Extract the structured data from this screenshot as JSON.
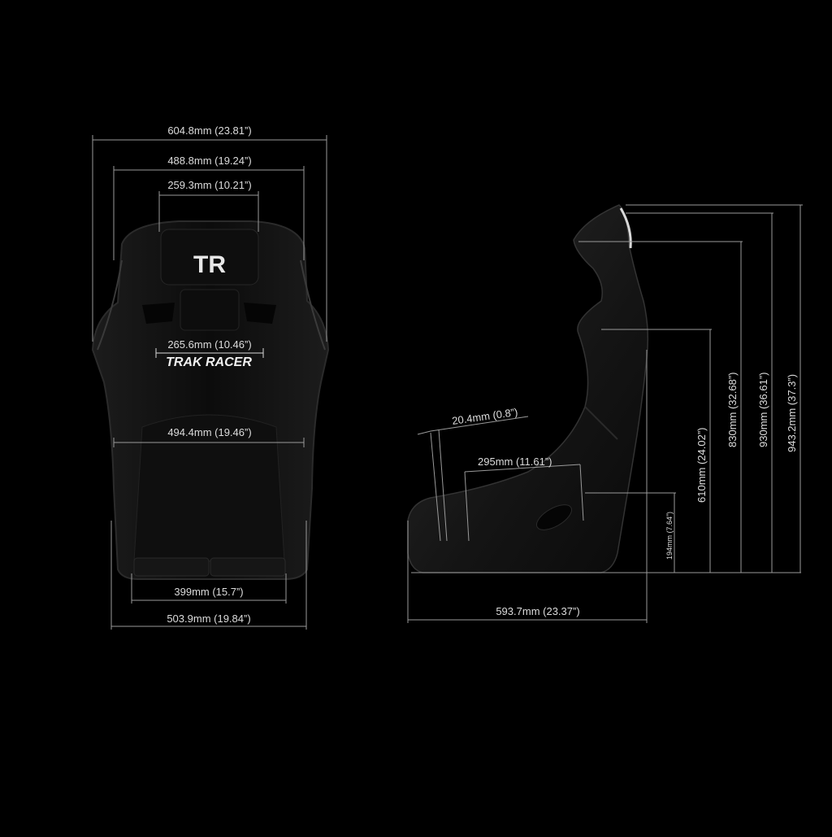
{
  "brand": {
    "logo_text": "TR",
    "seat_text": "TRAK RACER"
  },
  "front_view": {
    "overall_width": "604.8mm (23.81”)",
    "shoulder_width": "488.8mm (19.24”)",
    "headrest_width": "259.3mm (10.21”)",
    "back_width": "265.6mm (10.46”)",
    "hip_width": "494.4mm (19.46”)",
    "seat_inner_width": "399mm (15.7”)",
    "base_width": "503.9mm (19.84”)"
  },
  "side_view": {
    "thickness": "20.4mm (0.8”)",
    "seat_depth": "295mm (11.61”)",
    "overall_depth": "593.7mm (23.37”)",
    "side_bolster_height": "194mm (7.64”)",
    "shoulder_height": "610mm (24.02”)",
    "headrest_height": "830mm (32.68”)",
    "top_height": "930mm (36.61”)",
    "overall_height": "943.2mm (37.3”)"
  },
  "colors": {
    "background": "#000000",
    "seat_shell": "#121212",
    "dimension_line": "#9a9a9a",
    "text": "#dcdcdc"
  }
}
